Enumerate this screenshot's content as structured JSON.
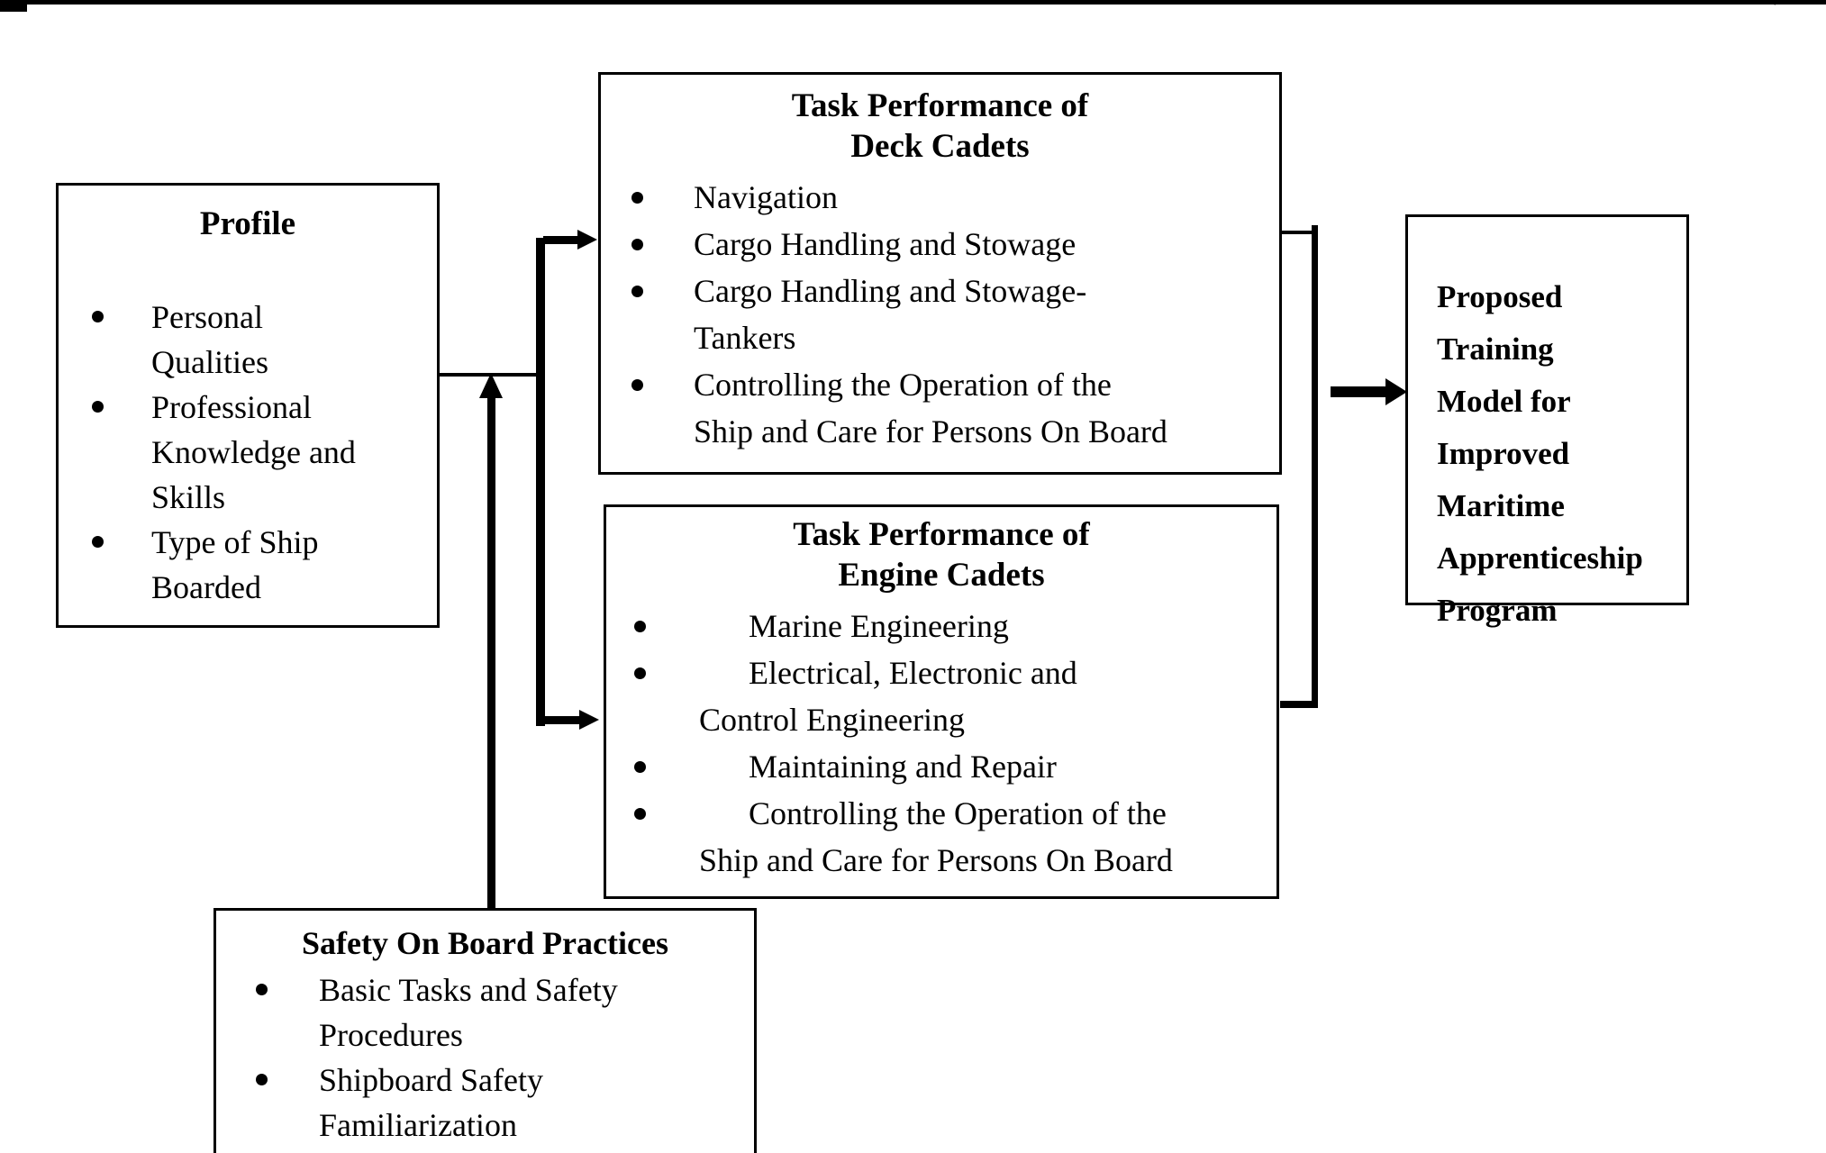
{
  "ink_color": "#000000",
  "paper_color": "#ffffff",
  "profile": {
    "title": "Profile",
    "items": [
      "Personal\nQualities",
      "Professional\nKnowledge and\nSkills",
      "Type of Ship\nBoarded"
    ]
  },
  "deck": {
    "title": "Task Performance of\nDeck Cadets",
    "items": [
      "Navigation",
      "Cargo Handling and Stowage",
      "Cargo Handling and Stowage-\nTankers",
      "Controlling the Operation of the\nShip and Care for Persons On Board"
    ]
  },
  "engine": {
    "title": "Task Performance of\nEngine Cadets",
    "items": [
      "Marine Engineering",
      "Electrical, Electronic and\nControl Engineering",
      "Maintaining and Repair",
      "Controlling the Operation of the\nShip and Care for Persons On Board"
    ]
  },
  "proposed": {
    "text": "Proposed Training\nModel for\nImproved\nMaritime\nApprenticeship\nProgram"
  },
  "safety": {
    "title": "Safety On Board Practices",
    "items": [
      "Basic Tasks and Safety\nProcedures",
      "Shipboard Safety\nFamiliarization"
    ]
  },
  "edges": [
    {
      "from": "profile",
      "to": "task-performance-deck-cadets",
      "type": "arrow"
    },
    {
      "from": "profile",
      "to": "task-performance-engine-cadets",
      "type": "arrow"
    },
    {
      "from": "safety-on-board-practices",
      "to": "profile-branch-line",
      "type": "arrow-up"
    },
    {
      "from": "task-performance-deck-cadets",
      "to": "proposed-training-model",
      "type": "arrow"
    },
    {
      "from": "task-performance-engine-cadets",
      "to": "proposed-training-model",
      "type": "arrow"
    }
  ]
}
